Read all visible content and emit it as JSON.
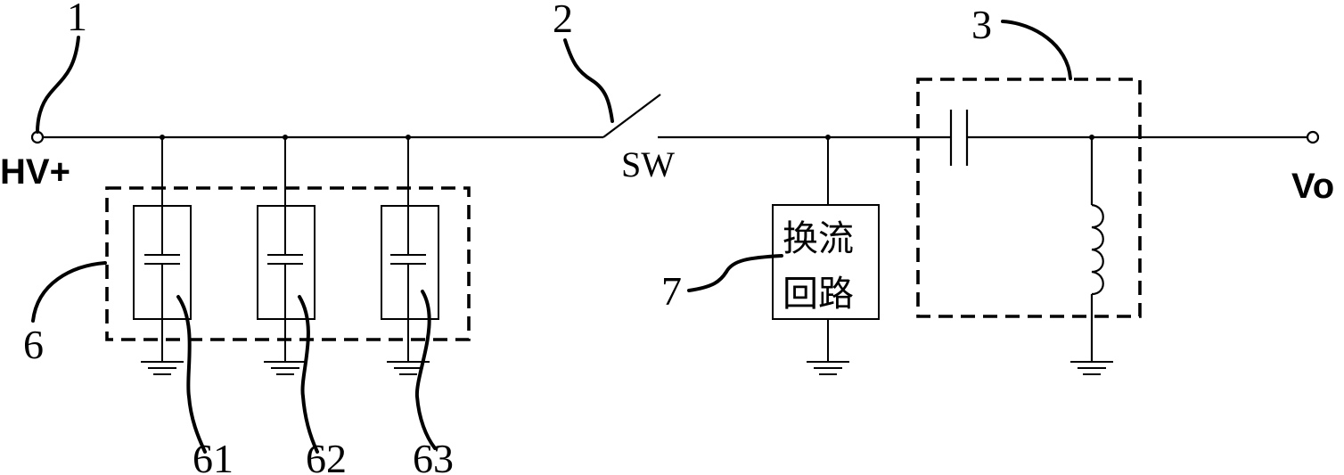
{
  "diagram": {
    "type": "circuit-schematic",
    "terminals": {
      "input": {
        "label": "HV+",
        "ref": "1"
      },
      "output": {
        "label": "Vo"
      }
    },
    "switch": {
      "label": "SW",
      "ref": "2"
    },
    "filter": {
      "ref": "3",
      "components": [
        "series-capacitor",
        "shunt-inductor"
      ]
    },
    "capacitor_bank": {
      "ref": "6",
      "units": [
        {
          "ref": "61"
        },
        {
          "ref": "62"
        },
        {
          "ref": "63"
        }
      ]
    },
    "commutation_circuit": {
      "ref": "7",
      "label_line1": "换流",
      "label_line2": "回路"
    }
  }
}
